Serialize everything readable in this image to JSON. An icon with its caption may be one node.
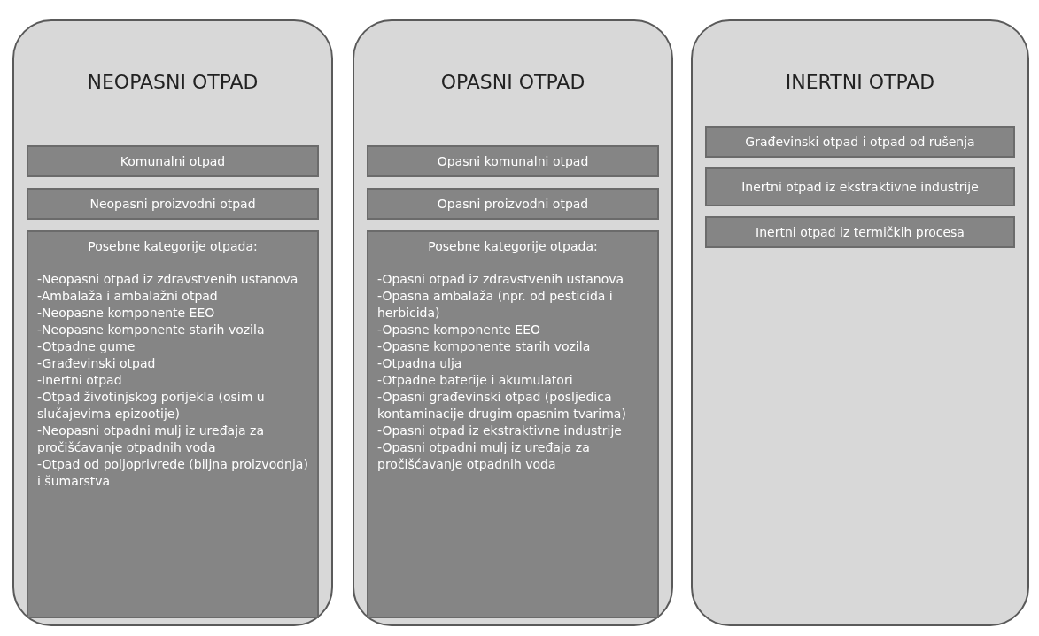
{
  "diagram": {
    "nodes": [
      {
        "text": [
          "NEOPASNI OTPAD"
        ]
      },
      {
        "text": [
          "Komunalni otpad"
        ],
        "in": 0
      },
      {
        "text": [
          "Neopasni proizvodni otpad"
        ],
        "in": 0
      },
      {
        "text": [
          "Posebne kategorije otpada:",
          "-Neopasni otpad iz zdravstvenih ustanova",
          "-Ambalaža i ambalažni otpad",
          "-Neopasne komponente EEO",
          "-Neopasne komponente starih vozila",
          "-Otpadne gume",
          "-Građevinski otpad",
          "-Inertni otpad",
          "-Otpad životinjskog porijekla (osim u slučajevima epizootije)",
          "-Neopasni otpadni mulj iz uređaja za pročišćavanje otpadnih voda",
          "-Otpad od poljoprivrede (biljna proizvodnja) i šumarstva"
        ],
        "in": 0
      },
      {
        "text": [
          "OPASNI OTPAD"
        ]
      },
      {
        "text": [
          "Opasni komunalni otpad"
        ],
        "in": 4
      },
      {
        "text": [
          "Opasni proizvodni otpad"
        ],
        "in": 4
      },
      {
        "text": [
          "Posebne kategorije otpada:",
          "-Opasni otpad iz zdravstvenih ustanova",
          "-Opasna ambalaža (npr. od pesticida i herbicida)",
          "-Opasne komponente EEO",
          "-Opasne komponente starih vozila",
          "-Otpadna ulja",
          "-Otpadne baterije i akumulatori",
          "-Opasni građevinski otpad (posljedica kontaminacije drugim opasnim tvarima)",
          "-Opasni otpad iz ekstraktivne industrije",
          "-Opasni otpadni mulj iz uređaja za pročišćavanje otpadnih voda"
        ],
        "in": 4
      },
      {
        "text": [
          "INERTNI OTPAD"
        ]
      },
      {
        "text": [
          "Građevinski otpad i otpad od rušenja"
        ],
        "in": 8
      },
      {
        "text": [
          "Inertni otpad iz ekstraktivne industrije"
        ],
        "in": 8
      },
      {
        "text": [
          "Inertni otpad iz termičkih procesa"
        ],
        "in": 8
      }
    ]
  }
}
